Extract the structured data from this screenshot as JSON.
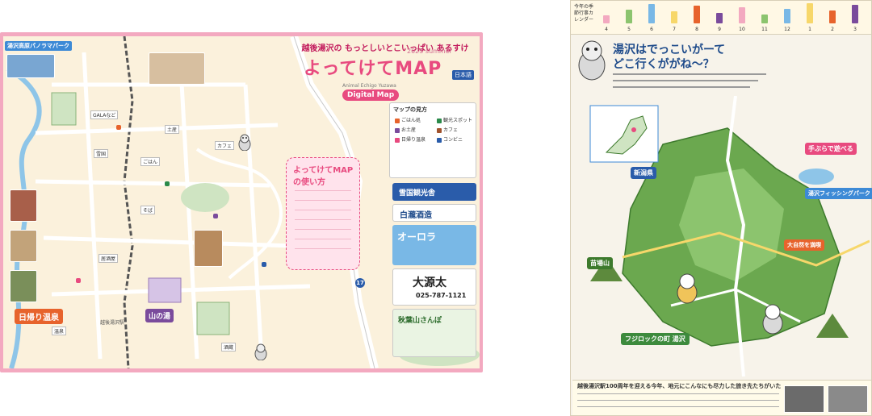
{
  "left_map": {
    "title_sub": "越後湯沢の もっとしいとこいっぱい あるすけ",
    "title_main": "よってけてMAP",
    "title_season": "2025 summer",
    "title_lang": "日本語",
    "digital_sub": "Animal Echigo Yuzawa",
    "digital_label": "Digital Map",
    "panorama": "湯沢高原パノラマパーク",
    "onsen": "日帰り温泉",
    "yamanoyu": "山の湯",
    "station": "越後湯沢駅",
    "howto_title": "よってけてMAPの使い方",
    "route": "17",
    "legend": {
      "title": "マップの見方",
      "items": [
        {
          "label": "ごはん処",
          "color": "#e7632c"
        },
        {
          "label": "観光スポット",
          "color": "#2a8a4a"
        },
        {
          "label": "お土産",
          "color": "#7a4b9c"
        },
        {
          "label": "カフェ",
          "color": "#a0522d"
        },
        {
          "label": "日帰り温泉",
          "color": "#e84a7f"
        },
        {
          "label": "コンビニ",
          "color": "#2a5caa"
        }
      ]
    },
    "shops": [
      "GALAなど",
      "雪国",
      "ごはん",
      "そば",
      "居酒屋",
      "カフェ",
      "温泉",
      "酒蔵",
      "土産"
    ],
    "ads": {
      "snowland": "雪国観光舎",
      "hakuryu": "白瀧酒造",
      "aurora": "オーロラ",
      "daigenta": "大源太",
      "tel": "025-787-1121",
      "stroll": "秋葉山さんぽ"
    }
  },
  "right_map": {
    "calendar_label": "今年の季節行事カレンダー",
    "months": [
      "4",
      "5",
      "6",
      "7",
      "8",
      "9",
      "10",
      "11",
      "12",
      "1",
      "2",
      "3"
    ],
    "title1": "湯沢はでっこいがーて",
    "title2": "どこ行くががね〜？",
    "badges": {
      "niigata": "新潟県",
      "fishing": "湯沢フィッシングパーク",
      "yamakoya": "苗場山",
      "mountain": "大自然を満喫",
      "hand": "手ぶらで遊べる"
    },
    "fuji": "フジロックの町 湯沢",
    "bottom_title": "越後湯沢駅100周年を迎える今年、地元にこんなにも尽力した旅き先たちがいた"
  },
  "colors": {
    "pink_border": "#f3a9c0",
    "map_bg": "#fbf1dc",
    "accent": "#e84a7f",
    "green": "#6ba84f"
  }
}
